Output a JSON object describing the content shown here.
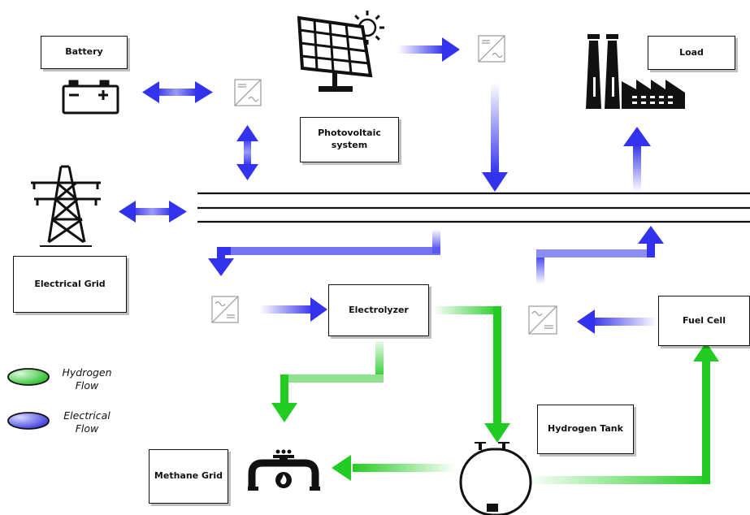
{
  "components": {
    "battery": "Battery",
    "load": "Load",
    "photovoltaic": "Photovoltaic system",
    "electrical_grid": "Electrical Grid",
    "electrolyzer": "Electrolyzer",
    "fuel_cell": "Fuel Cell",
    "hydrogen_tank": "Hydrogen Tank",
    "methane_grid": "Methane Grid"
  },
  "legend": {
    "hydrogen": {
      "label": "Hydrogen Flow",
      "color": "#22cc22"
    },
    "electrical": {
      "label": "Electrical Flow",
      "color": "#3333ee"
    }
  },
  "colors": {
    "hydrogen": "#22cc22",
    "electrical": "#3333ee",
    "bus": "#111111"
  }
}
